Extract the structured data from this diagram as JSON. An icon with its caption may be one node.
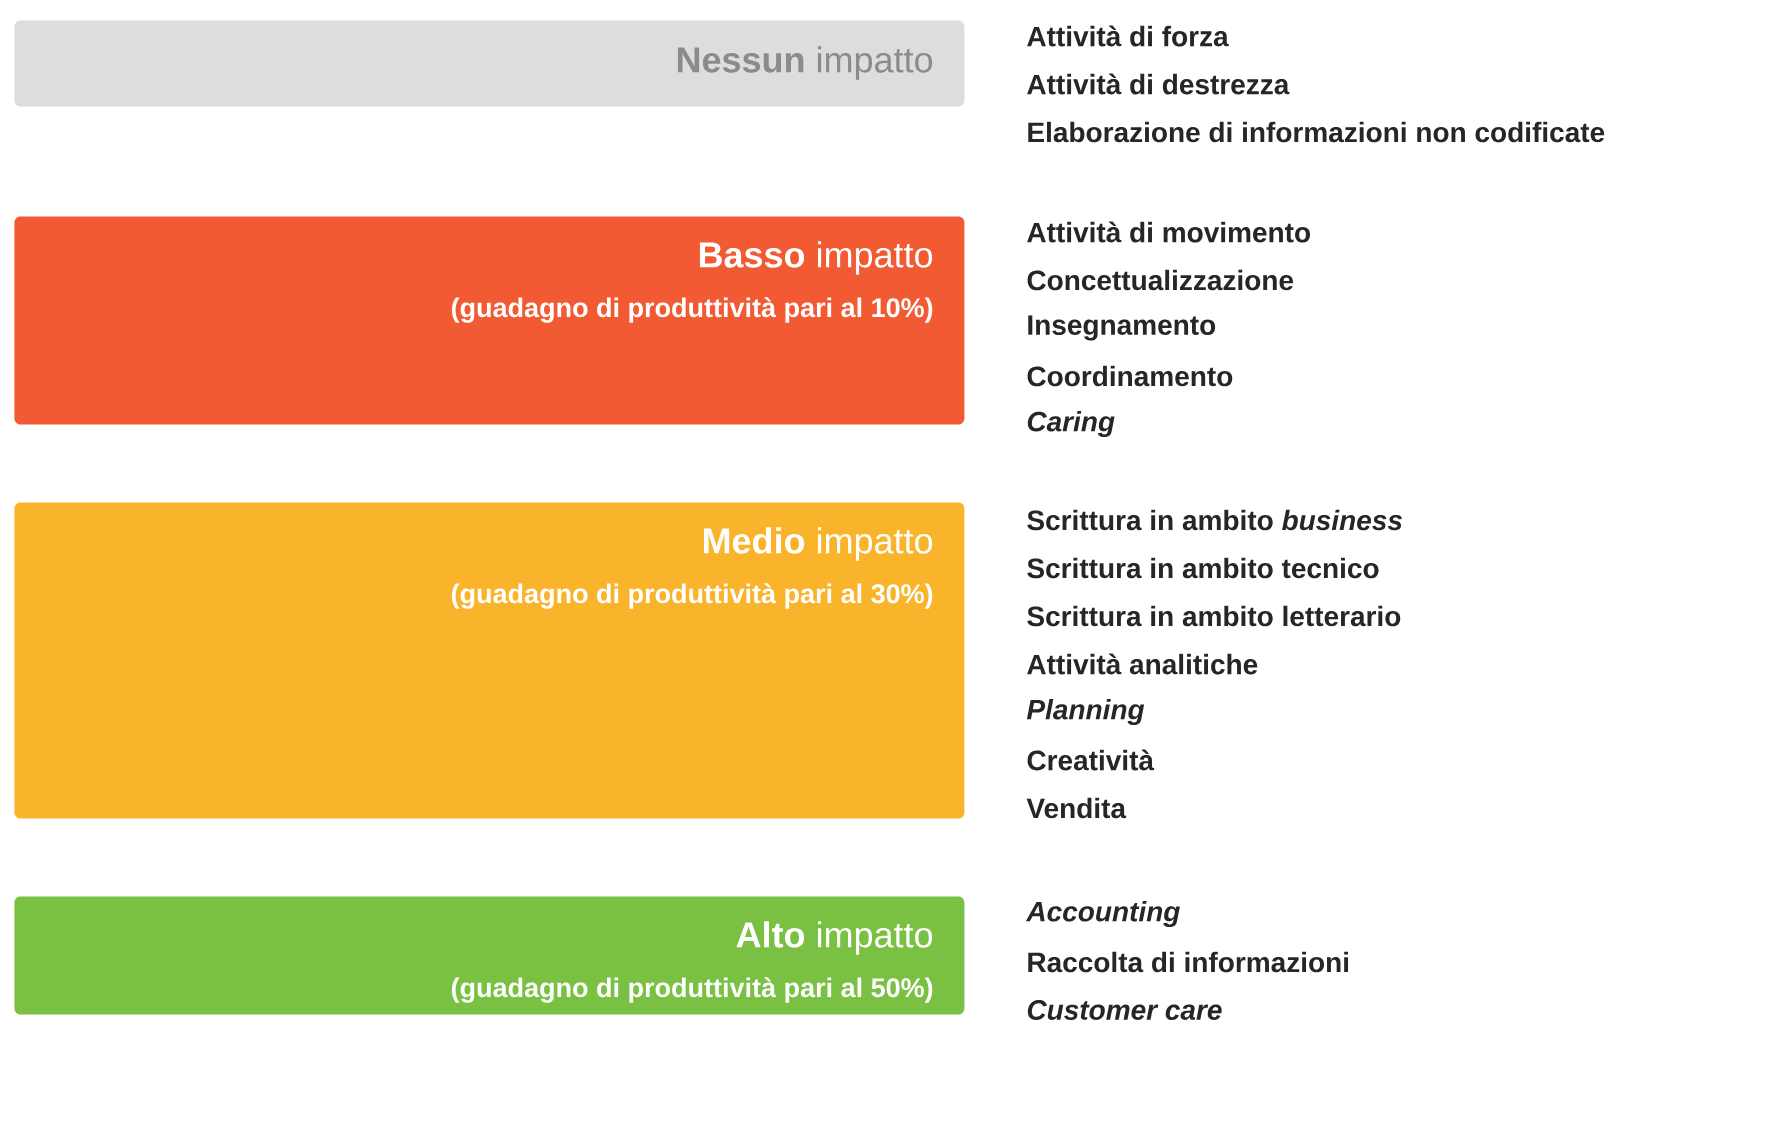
{
  "diagram": {
    "nodes": [
      {
        "text": [
          "**Nessun** impatto"
        ],
        "beside": [
          "Attività di forza",
          "Attività di destrezza",
          "Elaborazione di informazioni non codificate"
        ]
      },
      {
        "text": [
          "**Basso** impatto",
          "(guadagno di produttività pari al 10%)"
        ],
        "beside": [
          "Attività di movimento",
          "Concettualizzazione",
          "Insegnamento",
          "Coordinamento",
          "*Caring*"
        ]
      },
      {
        "text": [
          "**Medio** impatto",
          "(guadagno di produttività pari al 30%)"
        ],
        "beside": [
          "Scrittura in ambito *business*",
          "Scrittura in ambito tecnico",
          "Scrittura in ambito letterario",
          "Attività analitiche",
          "*Planning*",
          "Creatività",
          "Vendita"
        ]
      },
      {
        "text": [
          "**Alto** impatto",
          "(guadagno di produttività pari al 50%)"
        ],
        "beside": [
          "*Accounting*",
          "Raccolta di informazioni",
          "*Customer care*"
        ]
      }
    ]
  }
}
